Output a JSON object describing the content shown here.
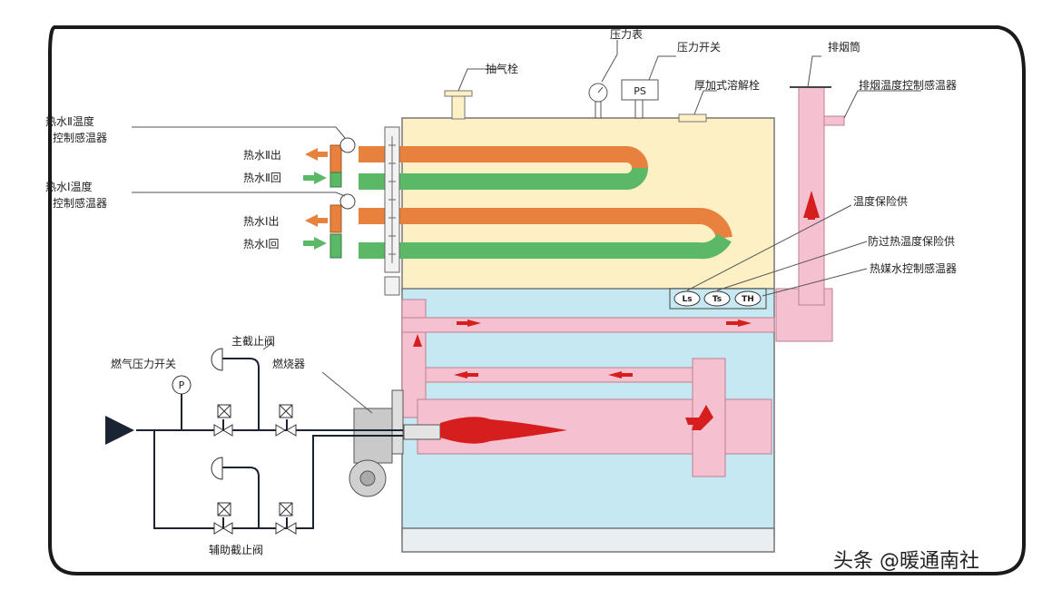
{
  "labels": {
    "exhaust_valve": "抽气栓",
    "pressure_gauge": "压力表",
    "pressure_switch": "压力开关",
    "relief_plug": "厚加式溶解栓",
    "chimney": "排烟筒",
    "flue_temp_sensor": "排烟温度控制感温器",
    "hw2_temp_sensor": "热水Ⅱ温度\n控制感温器",
    "hw2_out": "热水Ⅱ出",
    "hw2_return": "热水Ⅱ回",
    "hw1_temp_sensor": "热水Ⅰ温度\n控制感温器",
    "hw1_out": "热水Ⅰ出",
    "hw1_return": "热水Ⅰ回",
    "temp_protector": "温度保险供",
    "overheat_protector": "防过热温度保险供",
    "water_level_sensor": "热媒水控制感温器",
    "main_shutoff_valve": "主截止阀",
    "gas_pressure_switch": "燃气压力开关",
    "burner": "燃烧器",
    "aux_shutoff_valve": "辅助截止阀",
    "pressure_symbol": "P",
    "pressure_switch_box": "PS"
  },
  "sensors": [
    "Ls",
    "Ts",
    "TH"
  ],
  "watermark": "头条 @暖通南社",
  "colors": {
    "hot_water": "#e8813e",
    "return_water": "#5bb866",
    "upper_tank": "#fcf0c4",
    "lower_tank": "#c6e8f2",
    "flue": "#f5c0cf",
    "flame": "#d71e1e",
    "arrow_dark": "#1b2433"
  }
}
